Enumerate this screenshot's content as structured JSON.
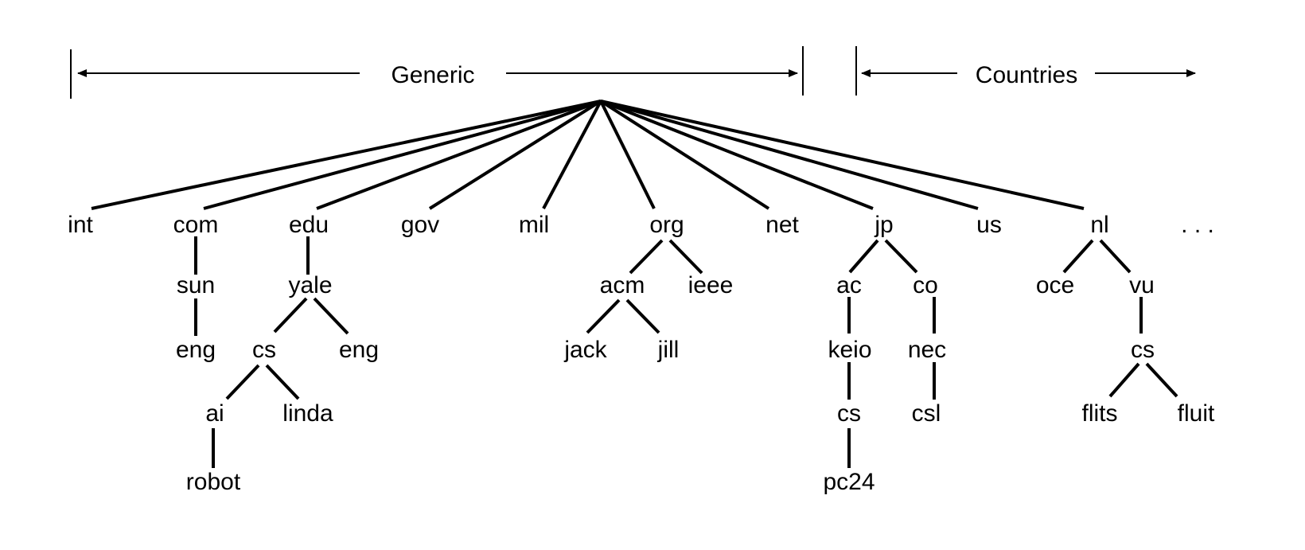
{
  "header": {
    "generic_label": "Generic",
    "countries_label": "Countries"
  },
  "tree": {
    "ellipsis": ". . .",
    "nodes": {
      "int": "int",
      "com": "com",
      "edu": "edu",
      "gov": "gov",
      "mil": "mil",
      "org": "org",
      "net": "net",
      "jp": "jp",
      "us": "us",
      "nl": "nl",
      "sun": "sun",
      "com_eng": "eng",
      "yale": "yale",
      "yale_cs": "cs",
      "yale_eng": "eng",
      "ai": "ai",
      "linda": "linda",
      "robot": "robot",
      "acm": "acm",
      "ieee": "ieee",
      "jack": "jack",
      "jill": "jill",
      "ac": "ac",
      "co": "co",
      "keio": "keio",
      "nec": "nec",
      "keio_cs": "cs",
      "csl": "csl",
      "pc24": "pc24",
      "oce": "oce",
      "vu": "vu",
      "vu_cs": "cs",
      "flits": "flits",
      "fluit": "fluit"
    }
  }
}
